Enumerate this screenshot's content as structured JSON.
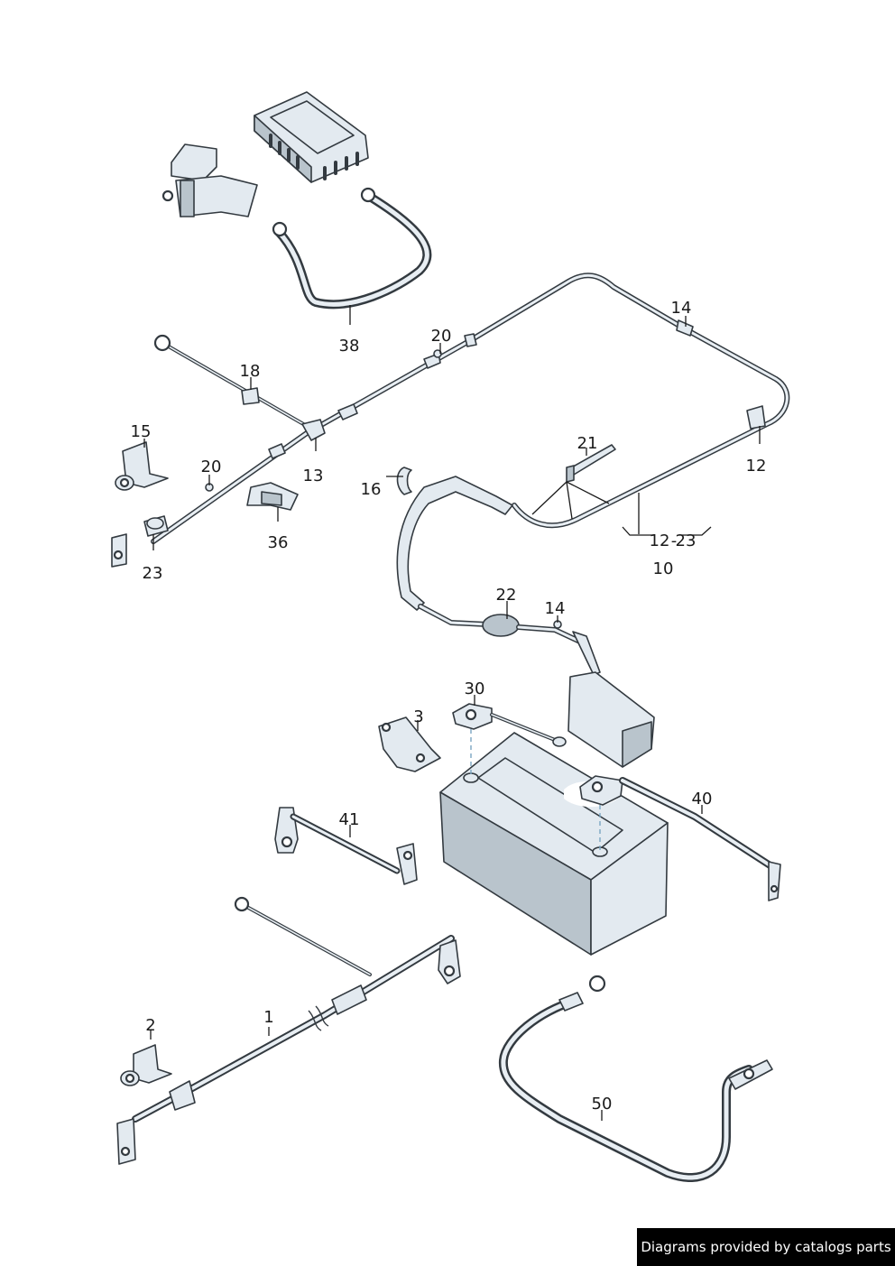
{
  "callouts": [
    {
      "id": "c1",
      "text": "1"
    },
    {
      "id": "c2",
      "text": "2"
    },
    {
      "id": "c3",
      "text": "3"
    },
    {
      "id": "c10",
      "text": "10"
    },
    {
      "id": "c12a",
      "text": "12"
    },
    {
      "id": "c12b",
      "text": "12"
    },
    {
      "id": "c23b",
      "text": "23"
    },
    {
      "id": "c13",
      "text": "13"
    },
    {
      "id": "c14a",
      "text": "14"
    },
    {
      "id": "c14b",
      "text": "14"
    },
    {
      "id": "c15",
      "text": "15"
    },
    {
      "id": "c16",
      "text": "16"
    },
    {
      "id": "c18",
      "text": "18"
    },
    {
      "id": "c20a",
      "text": "20"
    },
    {
      "id": "c20b",
      "text": "20"
    },
    {
      "id": "c21",
      "text": "21"
    },
    {
      "id": "c22",
      "text": "22"
    },
    {
      "id": "c23a",
      "text": "23"
    },
    {
      "id": "c30",
      "text": "30"
    },
    {
      "id": "c36",
      "text": "36"
    },
    {
      "id": "c38",
      "text": "38"
    },
    {
      "id": "c40",
      "text": "40"
    },
    {
      "id": "c41",
      "text": "41"
    },
    {
      "id": "c50",
      "text": "50"
    }
  ],
  "range_separator": "-",
  "footer": {
    "text": "Diagrams provided by catalogs parts",
    "background": "#000000",
    "color": "#ffffff"
  },
  "colors": {
    "line": "#333a40",
    "part_fill": "#e3eaf0",
    "dashed_guide": "#7aa6c2"
  }
}
